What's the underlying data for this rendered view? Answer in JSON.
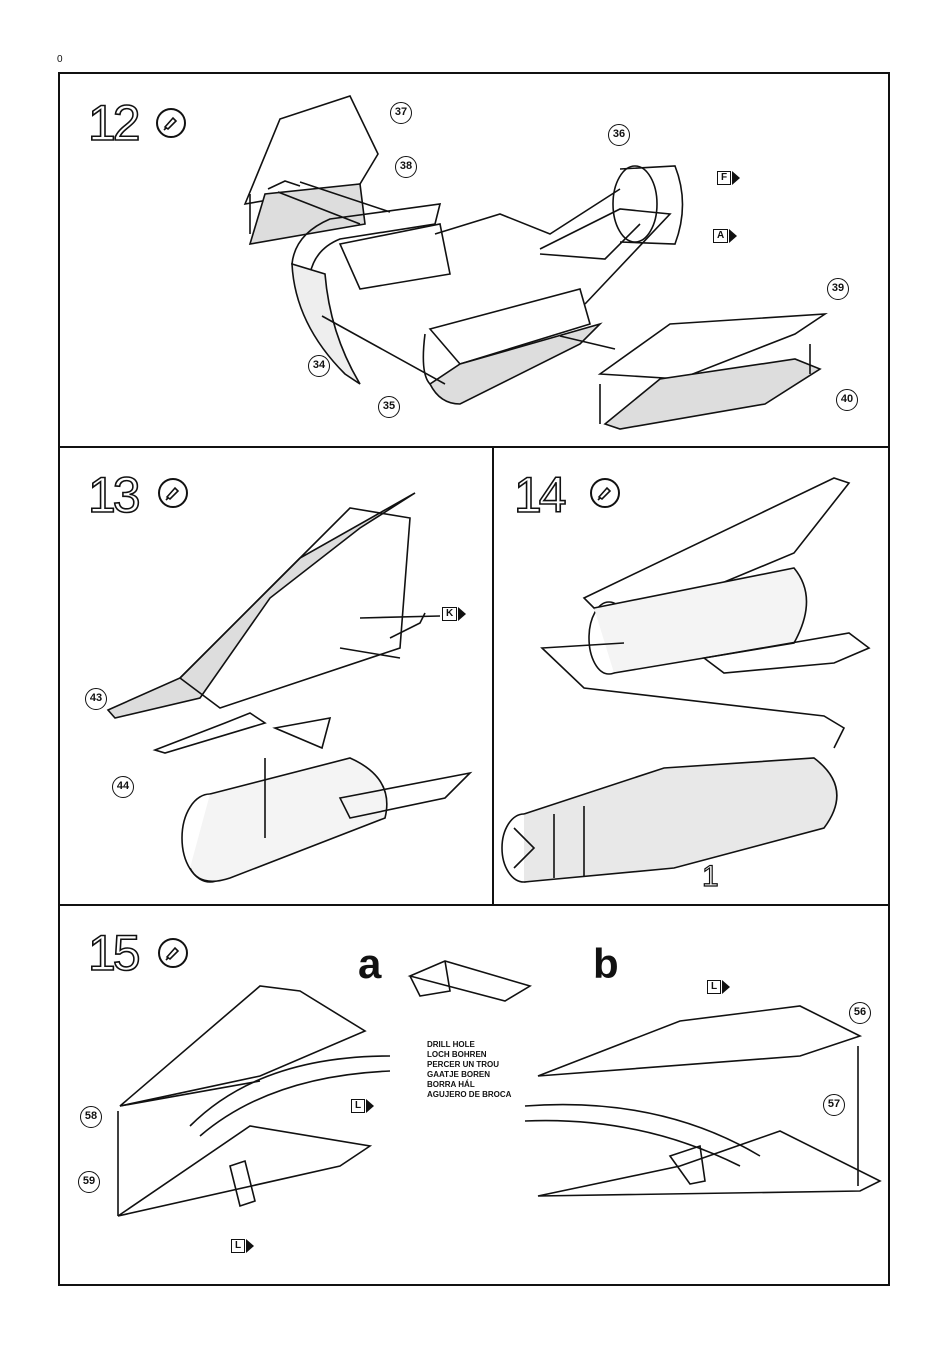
{
  "page": {
    "number": "0"
  },
  "steps": [
    {
      "number": "12",
      "parts": [
        "37",
        "38",
        "36",
        "39",
        "34",
        "35",
        "40"
      ],
      "tags": [
        "F",
        "A"
      ]
    },
    {
      "number": "13",
      "parts": [
        "43",
        "44"
      ],
      "tags": [
        "K"
      ]
    },
    {
      "number": "14",
      "part_label": "1"
    },
    {
      "number": "15",
      "parts": [
        "56",
        "57",
        "58",
        "59"
      ],
      "tags": [
        "L",
        "L",
        "L"
      ],
      "sub_a": "a",
      "sub_b": "b",
      "drill_lines": [
        "DRILL HOLE",
        "LOCH BOHREN",
        "PERCER UN TROU",
        "GAATJE BOREN",
        "BORRA HÁL",
        "AGUJERO DE BROCA"
      ]
    }
  ]
}
